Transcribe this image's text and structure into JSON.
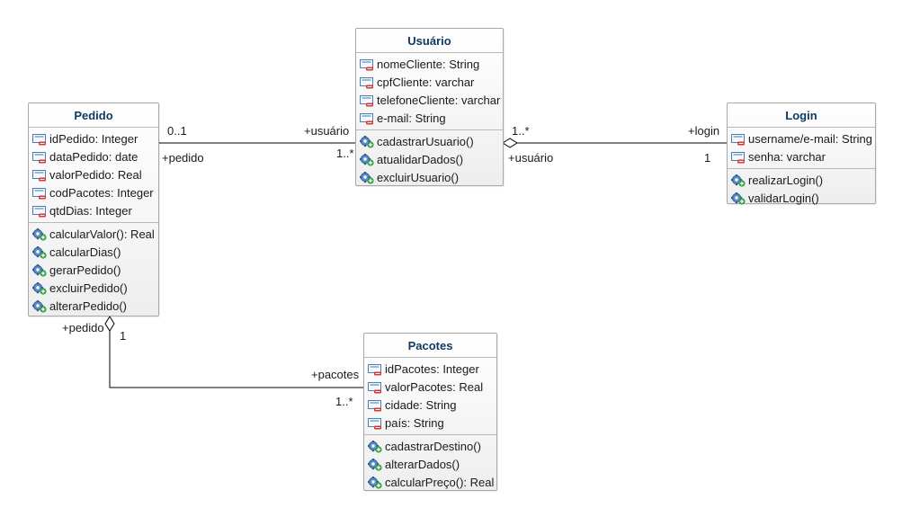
{
  "classes": {
    "usuario": {
      "name": "Usuário",
      "attributes": [
        "nomeCliente: String",
        "cpfCliente: varchar",
        "telefoneCliente: varchar",
        "e-mail: String"
      ],
      "operations": [
        "cadastrarUsuario()",
        "atualidarDados()",
        "excluirUsuario()"
      ]
    },
    "pedido": {
      "name": "Pedido",
      "attributes": [
        "idPedido: Integer",
        "dataPedido: date",
        "valorPedido: Real",
        "codPacotes: Integer",
        "qtdDias: Integer"
      ],
      "operations": [
        "calcularValor(): Real",
        "calcularDias()",
        "gerarPedido()",
        "excluirPedido()",
        "alterarPedido()"
      ]
    },
    "login": {
      "name": "Login",
      "attributes": [
        "username/e-mail: String",
        "senha: varchar"
      ],
      "operations": [
        "realizarLogin()",
        "validarLogin()"
      ]
    },
    "pacotes": {
      "name": "Pacotes",
      "attributes": [
        "idPacotes: Integer",
        "valorPacotes: Real",
        "cidade: String",
        "país: String"
      ],
      "operations": [
        "cadastrarDestino()",
        "alterarDados()",
        "calcularPreço(): Real"
      ]
    }
  },
  "associations": {
    "pedido_usuario": {
      "pedido_multiplicity": "0..1",
      "pedido_role": "+pedido",
      "usuario_multiplicity": "1..*",
      "usuario_role": "+usuário"
    },
    "usuario_login": {
      "usuario_multiplicity": "1..*",
      "usuario_role": "+usuário",
      "login_multiplicity": "1",
      "login_role": "+login"
    },
    "pedido_pacotes": {
      "pedido_multiplicity": "1",
      "pedido_role": "+pedido",
      "pacotes_multiplicity": "1..*",
      "pacotes_role": "+pacotes"
    }
  },
  "icons": {
    "attribute": "private-attribute-icon",
    "operation": "public-operation-icon"
  }
}
